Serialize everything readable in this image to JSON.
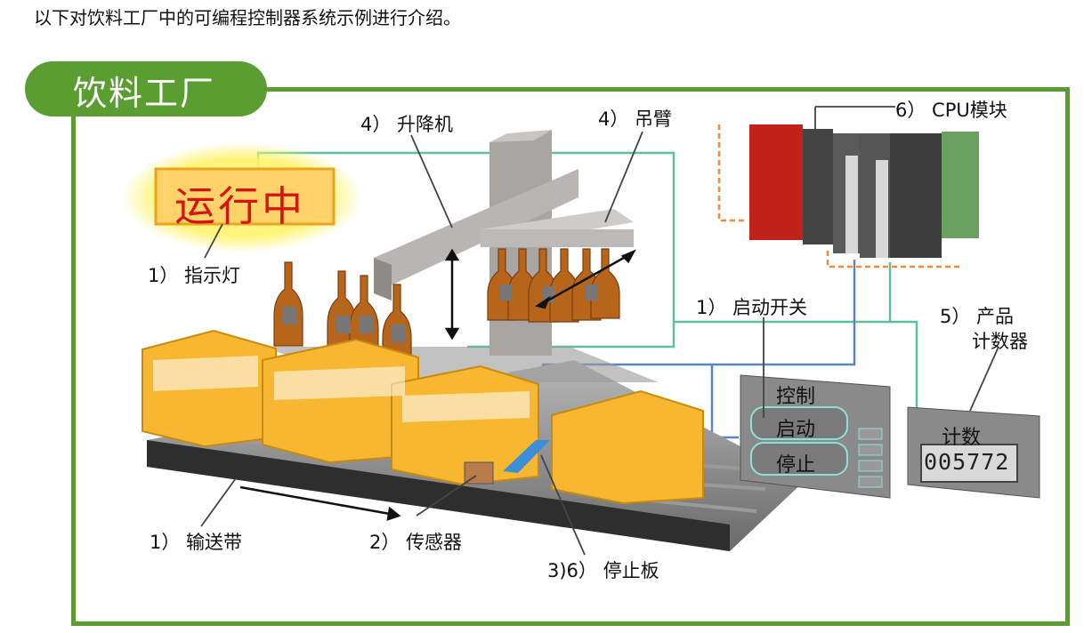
{
  "intro": "以下对饮料工厂中的可编程控制器系统示例进行介绍。",
  "title": "饮料工厂",
  "sign": "运行中",
  "labels": {
    "lift": "4） 升降机",
    "arm": "4） 吊臂",
    "cpu": "6） CPU模块",
    "indicator": "1） 指示灯",
    "start_switch": "1） 启动开关",
    "counter_line1": "5） 产品",
    "counter_line2": "计数器",
    "conveyor": "1） 输送带",
    "sensor": "2） 传感器",
    "stop_plate": "3)6） 停止板"
  },
  "control_panel": {
    "title": "控制",
    "start": "启动",
    "stop": "停止"
  },
  "counter_panel": {
    "title": "计数",
    "value": "005772"
  },
  "colors": {
    "frame": "#5a9e32",
    "sign_text": "#d4140d",
    "crate": "#f7b731",
    "bottle": "#b8651c",
    "wire_green": "#5fbfa0",
    "wire_blue": "#5a86c8",
    "wire_orange": "#f08a3c"
  }
}
